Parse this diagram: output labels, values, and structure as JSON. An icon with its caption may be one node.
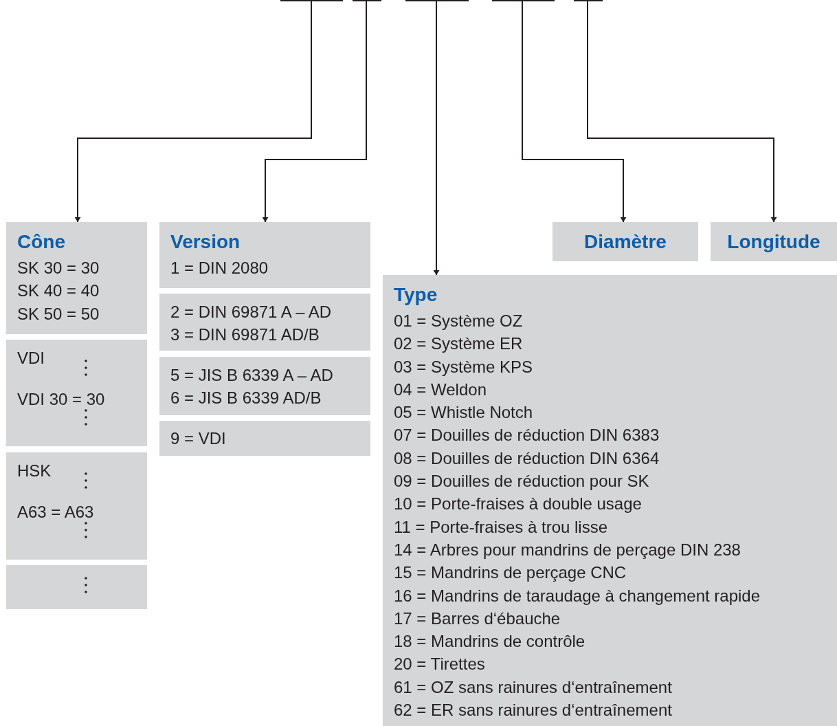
{
  "diagram": {
    "nodes": [
      {
        "text": [],
        "shape": "bar"
      },
      {
        "text": [],
        "shape": "bar"
      },
      {
        "text": [],
        "shape": "bar"
      },
      {
        "text": [],
        "shape": "bar"
      },
      {
        "text": [],
        "shape": "bar"
      },
      {
        "text": [
          "Cône",
          "SK 30 = 30",
          "SK 40 = 40",
          "SK 50 = 50"
        ]
      },
      {
        "text": [
          "VDI",
          "VDI 30 = 30"
        ]
      },
      {
        "text": [
          "HSK",
          "A63 = A63"
        ]
      },
      {
        "text": [],
        "shape": "box"
      },
      {
        "text": [
          "Version",
          "1 = DIN 2080"
        ]
      },
      {
        "text": [
          "2 = DIN 69871 A – AD",
          "3 = DIN 69871 AD/B"
        ]
      },
      {
        "text": [
          "5 = JIS B 6339 A – AD",
          "6 = JIS B 6339 AD/B"
        ]
      },
      {
        "text": [
          "9 = VDI"
        ]
      },
      {
        "text": [
          "Type",
          "01 = Système OZ",
          "02 = Système ER",
          "03 = Système KPS",
          "04 = Weldon",
          "05 = Whistle Notch",
          "07 = Douilles de réduction DIN 6383",
          "08 = Douilles de réduction DIN 6364",
          "09 = Douilles de réduction pour SK",
          "10 = Porte-fraises à double usage",
          "11 = Porte-fraises à trou lisse",
          "14 = Arbres pour mandrins de perçage DIN 238",
          "15 = Mandrins de perçage CNC",
          "16 = Mandrins de taraudage à changement rapide",
          "17 = Barres d‘ébauche",
          "18 = Mandrins de contrôle",
          "20 = Tirettes",
          "61 = OZ sans rainures d‘entraînement",
          "62 = ER sans rainures d‘entraînement"
        ]
      },
      {
        "text": [
          "Diamètre"
        ]
      },
      {
        "text": [
          "Longitude"
        ]
      }
    ],
    "edges": [
      {
        "from": 0,
        "to": 5,
        "arrow": "to"
      },
      {
        "from": 1,
        "to": 9,
        "arrow": "to"
      },
      {
        "from": 2,
        "to": 13,
        "arrow": "to"
      },
      {
        "from": 3,
        "to": 14,
        "arrow": "to"
      },
      {
        "from": 4,
        "to": 15,
        "arrow": "to"
      }
    ]
  }
}
